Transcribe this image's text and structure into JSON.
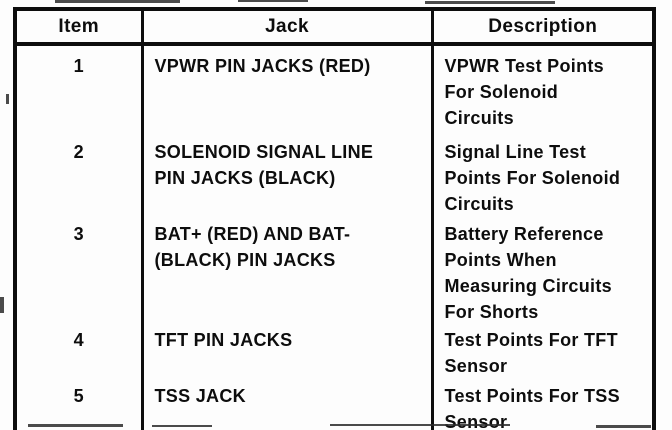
{
  "table": {
    "headers": [
      "Item",
      "Jack",
      "Description"
    ],
    "rows": [
      {
        "item": "1",
        "jack": "VPWR PIN JACKS (RED)",
        "description": "VPWR Test Points\nFor Solenoid\nCircuits"
      },
      {
        "item": "2",
        "jack": "SOLENOID SIGNAL LINE\nPIN JACKS (BLACK)",
        "description": "Signal Line Test\nPoints For Solenoid\nCircuits"
      },
      {
        "item": "3",
        "jack": "BAT+ (RED) AND BAT-\n(BLACK) PIN JACKS",
        "description": "Battery Reference\nPoints When\nMeasuring Circuits\nFor Shorts"
      },
      {
        "item": "4",
        "jack": "TFT PIN JACKS",
        "description": "Test Points For TFT\nSensor"
      },
      {
        "item": "5",
        "jack": "TSS JACK",
        "description": "Test Points For TSS\nSensor"
      }
    ]
  },
  "colors": {
    "ink": "#0d0d0d",
    "paper": "#fdfdfd"
  }
}
